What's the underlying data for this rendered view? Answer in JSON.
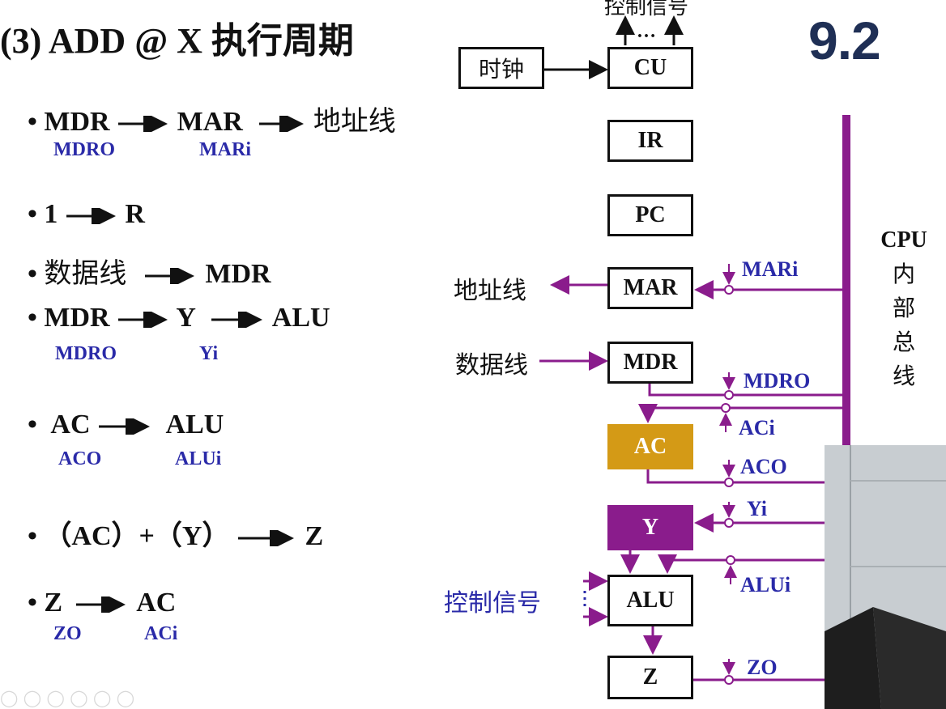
{
  "title": "(3) ADD @ X  执行周期",
  "slide_number": "9.2",
  "steps": [
    {
      "from": "MDR",
      "to": "MAR",
      "to2": "地址线",
      "sub_from": "MDRO",
      "sub_to": "MARi"
    },
    {
      "from": "1",
      "to": "R"
    },
    {
      "from": "数据线",
      "to": "MDR"
    },
    {
      "from": "MDR",
      "to": "Y",
      "to2": "ALU",
      "sub_from": "MDRO",
      "sub_to": "Yi"
    },
    {
      "from": "AC",
      "to": "ALU",
      "sub_from": "ACO",
      "sub_to": "ALUi"
    },
    {
      "from": "（AC）+（Y）",
      "to": "Z"
    },
    {
      "from": "Z",
      "to": "AC",
      "sub_from": "ZO",
      "sub_to": "ACi"
    }
  ],
  "diagram": {
    "top_label": "控制信号",
    "dots": "…",
    "clock": "时钟",
    "boxes": {
      "cu": "CU",
      "ir": "IR",
      "pc": "PC",
      "mar": "MAR",
      "mdr": "MDR",
      "ac": "AC",
      "y": "Y",
      "alu": "ALU",
      "z": "Z"
    },
    "address_line": "地址线",
    "data_line": "数据线",
    "control_signal": "控制信号",
    "bus_label": [
      "CPU",
      "内",
      "部",
      "总",
      "线"
    ],
    "signals": {
      "mar_i": "MARi",
      "mdr_o": "MDRO",
      "ac_i": "ACi",
      "ac_o": "ACO",
      "y_i": "Yi",
      "alu_i": "ALUi",
      "z_o": "ZO"
    }
  },
  "colors": {
    "bus": "#8a1c8c",
    "ac_box": "#d49a16",
    "y_box": "#8a1c8c",
    "subscript_text": "#2a2aa8",
    "slide_number": "#1f2f55"
  }
}
